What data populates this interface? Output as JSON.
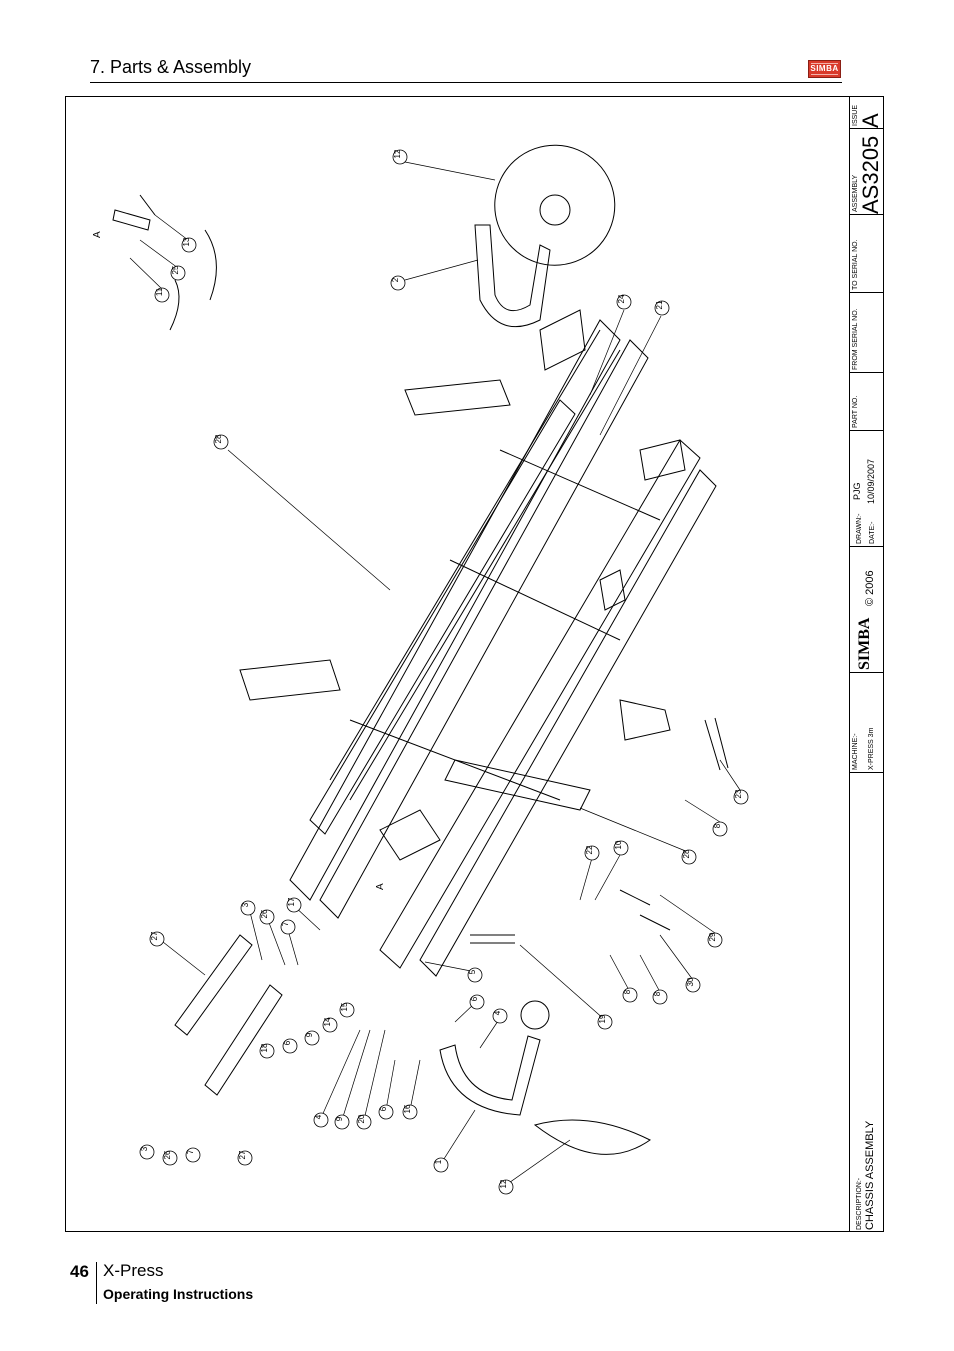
{
  "header": {
    "section_title": "7. Parts & Assembly",
    "logo_text": "SIMBA"
  },
  "title_block": {
    "issue_label": "ISSUE",
    "issue": "A",
    "assembly_label": "ASSEMBLY",
    "assembly": "AS3205",
    "to_serial_label": "TO SERIAL NO.",
    "from_serial_label": "FROM SERIAL NO.",
    "part_no_label": "PART NO.",
    "drawn_label": "DRAWN:-",
    "drawn": "PJG",
    "date_label": "DATE:-",
    "date": "10/09/2007",
    "copyright": "© 2006",
    "brand": "SIMBA",
    "machine_label": "MACHINE:-",
    "machine": "X-PRESS 3m",
    "description_label": "DESCRIPTION:-",
    "description": "CHASSIS ASSEMBLY"
  },
  "drawing": {
    "view_labels": [
      "A",
      "A"
    ],
    "callouts": [
      "12",
      "13",
      "25",
      "11",
      "2",
      "24",
      "21",
      "28",
      "23",
      "8",
      "28",
      "10",
      "22",
      "29",
      "8",
      "8",
      "30",
      "27",
      "3",
      "26",
      "7",
      "17",
      "9",
      "14",
      "15",
      "5",
      "19",
      "6",
      "4",
      "18",
      "6",
      "4",
      "9",
      "20",
      "6",
      "16",
      "1",
      "12",
      "3",
      "26",
      "7",
      "27"
    ]
  },
  "footer": {
    "page_number": "46",
    "product": "X-Press",
    "subtitle": "Operating Instructions"
  },
  "colors": {
    "logo": "#d93a2b",
    "ink": "#000000"
  }
}
